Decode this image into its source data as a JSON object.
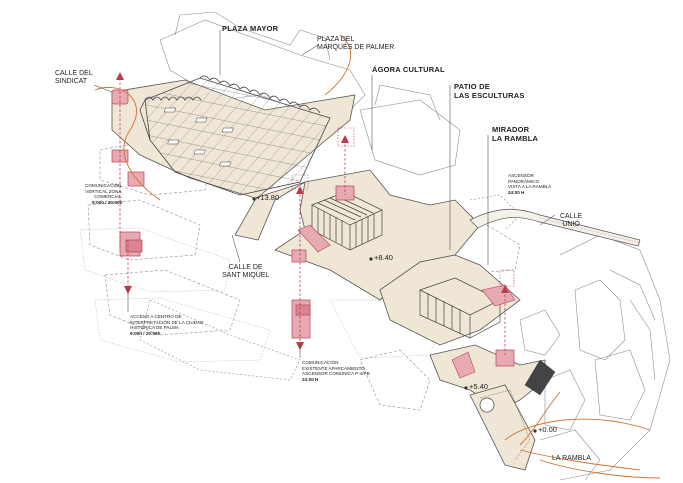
{
  "labels": {
    "plaza_mayor": "PLAZA MAYOR",
    "plaza_marques": "PLAZA DEL\nMARQUÉS DE PALMER",
    "agora_cultural": "ÁGORA CULTURAL",
    "patio_esculturas": "PATIO DE\nLAS ESCULTURAS",
    "mirador_rambla": "MIRADOR\nLA RAMBLA",
    "calle_sindicat": "CALLE DEL\nSINDICAT",
    "calle_sant_miquel": "CALLE DE\nSANT MIQUEL",
    "calle_unio": "CALLE\nUNIÓ",
    "la_rambla": "LA RAMBLA",
    "com_vertical": "COMUNICACIÓN\nVERTICAL ZONA\nCOMERCIAL",
    "com_vertical_hours": "9:00h / 20:00h",
    "acceso_centro": "ACCESO A CENTRO DE\nINTERPRETACIÓN DE LA CIUDAD\nHISTÓRICA DE PALMA",
    "acceso_centro_hours": "9:00h / 20:00h",
    "com_aparcamiento": "COMUNICACIÓN\nEXISTENTE APARCAMIENTO\nASCENSOR COMUNICA P-4/PB",
    "com_aparcamiento_hours": "24:00 H",
    "ascensor_panoramico": "ASCENSOR\nPANORÁMICO\nVISTA A LA RAMBLA",
    "ascensor_hours": "24:00 H"
  },
  "levels": {
    "l1": "+13.80",
    "l2": "+8.40",
    "l3": "+5.40",
    "l4": "+0.00"
  },
  "colors": {
    "platform": "#efe6d6",
    "platform_stroke": "#555555",
    "accent_red": "#c0394b",
    "block_pink": "#e7aab3",
    "orange_path": "#d2722e",
    "context_line": "#9a9a9a"
  }
}
